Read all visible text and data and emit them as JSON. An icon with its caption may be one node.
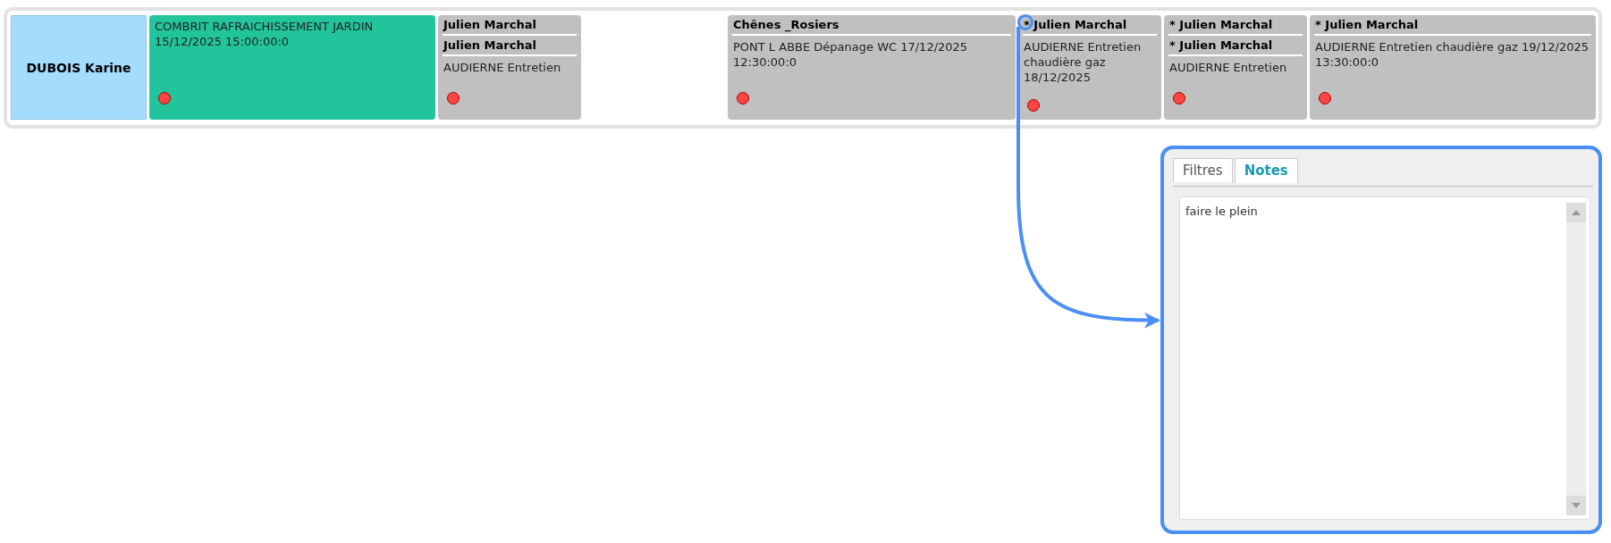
{
  "diagram": {
    "nodes": [
      {
        "text": [],
        "shape": "box"
      },
      {
        "text": [
          "DUBOIS Karine"
        ],
        "in": 0
      },
      {
        "text": [
          "COMBRIT RAFRAICHISSEMENT JARDIN 15/12/2025 15:00:00:0"
        ],
        "in": 0
      },
      {
        "text": [
          "Julien Marchal",
          "Julien Marchal",
          "AUDIERNE Entretien"
        ],
        "in": 0
      },
      {
        "text": [
          "Chênes _Rosiers",
          "PONT L ABBE Dépanage WC 17/12/2025 12:30:00:0"
        ],
        "in": 0
      },
      {
        "text": [
          "* Julien Marchal",
          "AUDIERNE Entretien chaudière gaz 18/12/2025"
        ],
        "in": 0
      },
      {
        "text": [
          "* Julien Marchal",
          "* Julien Marchal",
          "AUDIERNE Entretien"
        ],
        "in": 0
      },
      {
        "text": [
          "* Julien Marchal",
          "AUDIERNE Entretien chaudière gaz 19/12/2025 13:30:00:0"
        ],
        "in": 0
      },
      {
        "text": [],
        "shape": "circle",
        "in": 5
      },
      {
        "text": [
          "Filtres",
          "Notes"
        ]
      },
      {
        "text": [
          "faire le plein"
        ],
        "in": 9
      }
    ],
    "edges": [
      {
        "from": 8,
        "to": 9,
        "arrow": "to",
        "color": "#4a8ff5"
      }
    ]
  }
}
